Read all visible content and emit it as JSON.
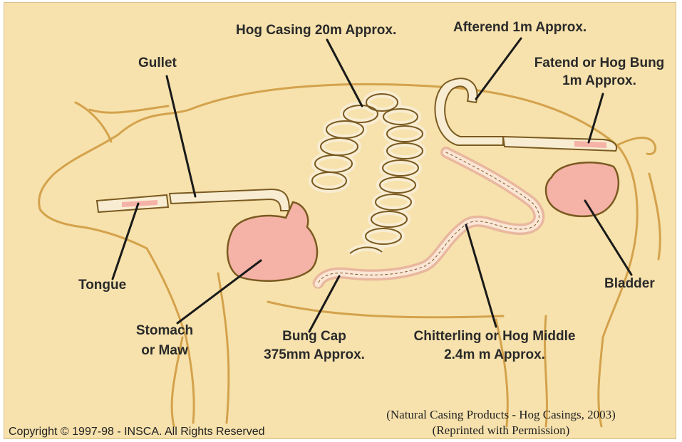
{
  "colors": {
    "background": "#f7e2ad",
    "outline": "#d4a24c",
    "tube_fill": "#f8edd2",
    "tube_stroke": "#7a5a20",
    "organ_fill": "#f5b2a6",
    "leader": "#1a1a1a"
  },
  "labels": {
    "gullet": "Gullet",
    "hog_casing": "Hog Casing 20m Approx.",
    "afterend": "Afterend 1m Approx.",
    "fatend_line1": "Fatend or Hog Bung",
    "fatend_line2": "1m Approx.",
    "tongue": "Tongue",
    "stomach_line1": "Stomach",
    "stomach_line2": "or Maw",
    "bung_cap_line1": "Bung Cap",
    "bung_cap_line2": "375mm Approx.",
    "chitterling_line1": "Chitterling or Hog Middle",
    "chitterling_line2": "2.4m m Approx.",
    "bladder": "Bladder"
  },
  "source_line1": "(Natural Casing Products - Hog Casings, 2003)",
  "source_line2": "(Reprinted with Permission)",
  "copyright": "Copyright © 1997-98 - INSCA. All Rights Reserved"
}
